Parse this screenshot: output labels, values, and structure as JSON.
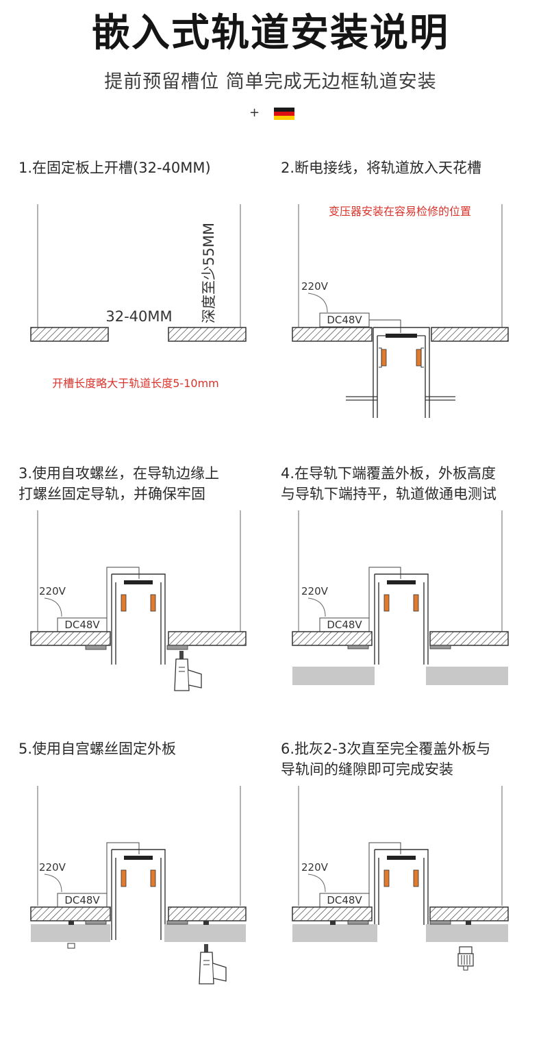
{
  "header": {
    "title": "嵌入式轨道安装说明",
    "subtitle": "提前预留槽位  简单完成无边框轨道安装",
    "plus": "+",
    "flag_colors": [
      "#1a1a1a",
      "#dd1111",
      "#ffce00"
    ]
  },
  "steps": [
    {
      "lines": [
        "1.在固定板上开槽(32-40MM)"
      ]
    },
    {
      "lines": [
        "2.断电接线，将轨道放入天花槽"
      ]
    },
    {
      "lines": [
        "3.使用自攻螺丝，在导轨边缘上",
        "打螺丝固定导轨，并确保牢固"
      ]
    },
    {
      "lines": [
        "4.在导轨下端覆盖外板，外板高度",
        "与导轨下端持平，轨道做通电测试"
      ]
    },
    {
      "lines": [
        "5.使用自宫螺丝固定外板"
      ]
    },
    {
      "lines": [
        "6.批灰2-3次直至完全覆盖外板与",
        "导轨间的缝隙即可完成安装"
      ]
    }
  ],
  "annotations": {
    "slot_width": "32-40MM",
    "depth": "深度至少55MM",
    "slot_length_note": "开槽长度略大于轨道长度5-10mm",
    "transformer_note": "变压器安装在容易检修的位置",
    "voltage_in": "220V",
    "transformer_label": "DC48V"
  },
  "colors": {
    "accent_red": "#d9332b",
    "drywall_gray": "#c8c8c8",
    "orange_part": "#e07a2e",
    "line": "#555555"
  }
}
